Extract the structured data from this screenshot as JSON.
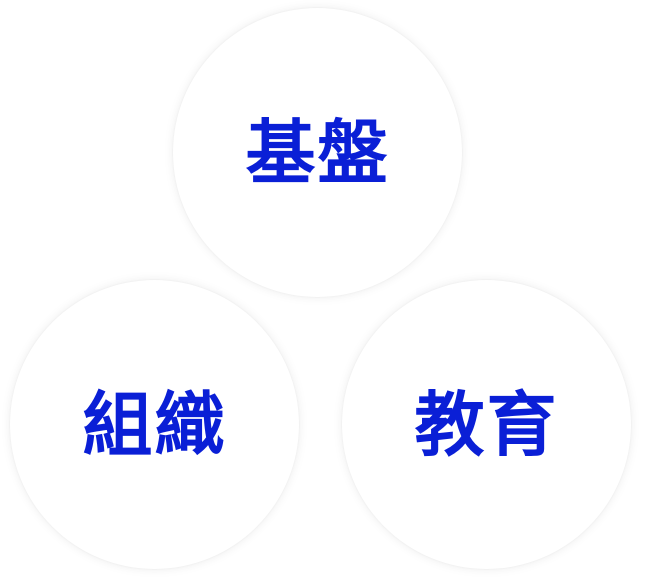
{
  "diagram": {
    "nodes": [
      {
        "id": "top",
        "label": "基盤"
      },
      {
        "id": "left",
        "label": "組織"
      },
      {
        "id": "right",
        "label": "教育"
      }
    ],
    "colors": {
      "label_text": "#0a1fd6",
      "circle_fill": "#ffffff",
      "background": "#ffffff"
    }
  }
}
